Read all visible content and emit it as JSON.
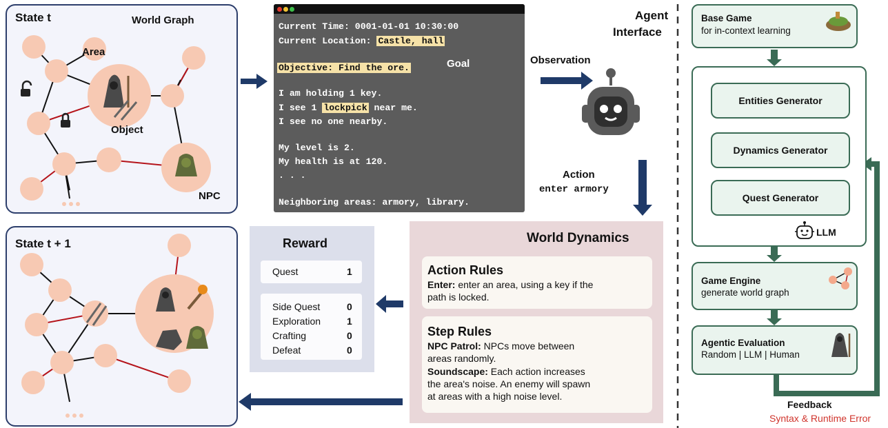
{
  "state_t": {
    "title": "State t",
    "graph_title": "World Graph",
    "labels": {
      "area": "Area",
      "object": "Object",
      "npc": "NPC"
    }
  },
  "state_t1": {
    "title": "State t + 1"
  },
  "terminal": {
    "time": "Current Time: 0001-01-01 10:30:00",
    "location_prefix": "Current Location: ",
    "location": "Castle, hall",
    "objective": "Objective: Find the ore.",
    "goal_label": "Goal",
    "holding": "I am holding 1 key.",
    "see_prefix": "I see 1 ",
    "see_item": "lockpick",
    "see_suffix": " near me.",
    "see_noone": "I see no one nearby.",
    "level": "My level is 2.",
    "health": "My health is at 120.",
    "ellipsis": ". . .",
    "neighbors": "Neighboring areas: armory, library."
  },
  "agent": {
    "title_line1": "Agent",
    "title_line2": "Interface",
    "observation_label": "Observation",
    "action_label": "Action",
    "action_cmd": "enter armory"
  },
  "world_dynamics": {
    "title": "World Dynamics",
    "action_rules": {
      "title": "Action Rules",
      "enter_label": "Enter:",
      "enter_text_1": " enter an area, using a key if the",
      "enter_text_2": "path is locked."
    },
    "step_rules": {
      "title": "Step Rules",
      "patrol_label": "NPC Patrol:",
      "patrol_text_1": " NPCs move between",
      "patrol_text_2": "areas randomly.",
      "sound_label": "Soundscape:",
      "sound_text_1": " Each action increases",
      "sound_text_2": "the area's noise. An enemy will spawn",
      "sound_text_3": "at areas with a high noise level."
    }
  },
  "reward": {
    "title": "Reward",
    "quest_label": "Quest",
    "quest_value": "1",
    "items": [
      {
        "label": "Side Quest",
        "value": "0"
      },
      {
        "label": "Exploration",
        "value": "1"
      },
      {
        "label": "Crafting",
        "value": "0"
      },
      {
        "label": "Defeat",
        "value": "0"
      }
    ]
  },
  "pipeline": {
    "base_game_title": "Base Game",
    "base_game_sub": "for in-context learning",
    "entities": "Entities Generator",
    "dynamics": "Dynamics Generator",
    "quest": "Quest Generator",
    "llm": "LLM",
    "engine_title": "Game Engine",
    "engine_sub": "generate world graph",
    "eval_title": "Agentic Evaluation",
    "eval_sub": "Random | LLM | Human",
    "feedback_title": "Feedback",
    "feedback_sub": "Syntax & Runtime Error"
  },
  "colors": {
    "panel_border": "#2c3e6b",
    "node": "#f7c9b3",
    "locked_edge": "#b5141b",
    "arrow": "#1f3a68",
    "highlight": "#f6e2a8",
    "green": "#3a6b55",
    "feedback_red": "#d0342c",
    "dynamics_bg": "#e9d7d9",
    "reward_bg": "#dcdfeb"
  }
}
